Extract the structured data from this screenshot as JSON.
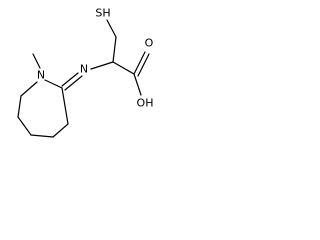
{
  "molecule": {
    "atoms": {
      "thiol": "SH",
      "carbonyl_oxygen": "O",
      "hydroxyl": "OH",
      "imine_nitrogen": "N",
      "ring_nitrogen": "N"
    }
  }
}
